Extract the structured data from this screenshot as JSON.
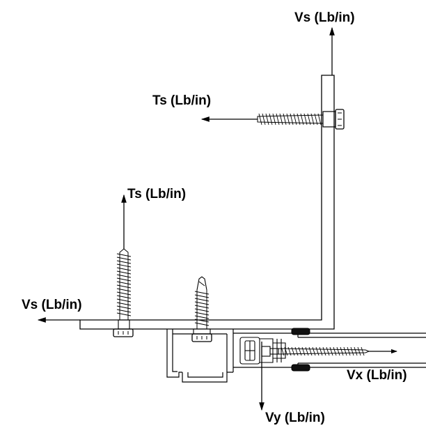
{
  "diagram": {
    "labels": {
      "vs_top": "Vs (Lb/in)",
      "ts_top": "Ts (Lb/in)",
      "ts_left": "Ts (Lb/in)",
      "vs_left": "Vs (Lb/in)",
      "vx": "Vx (Lb/in)",
      "vy": "Vy (Lb/in)"
    },
    "colors": {
      "stroke": "#000000",
      "background": "#ffffff"
    }
  }
}
